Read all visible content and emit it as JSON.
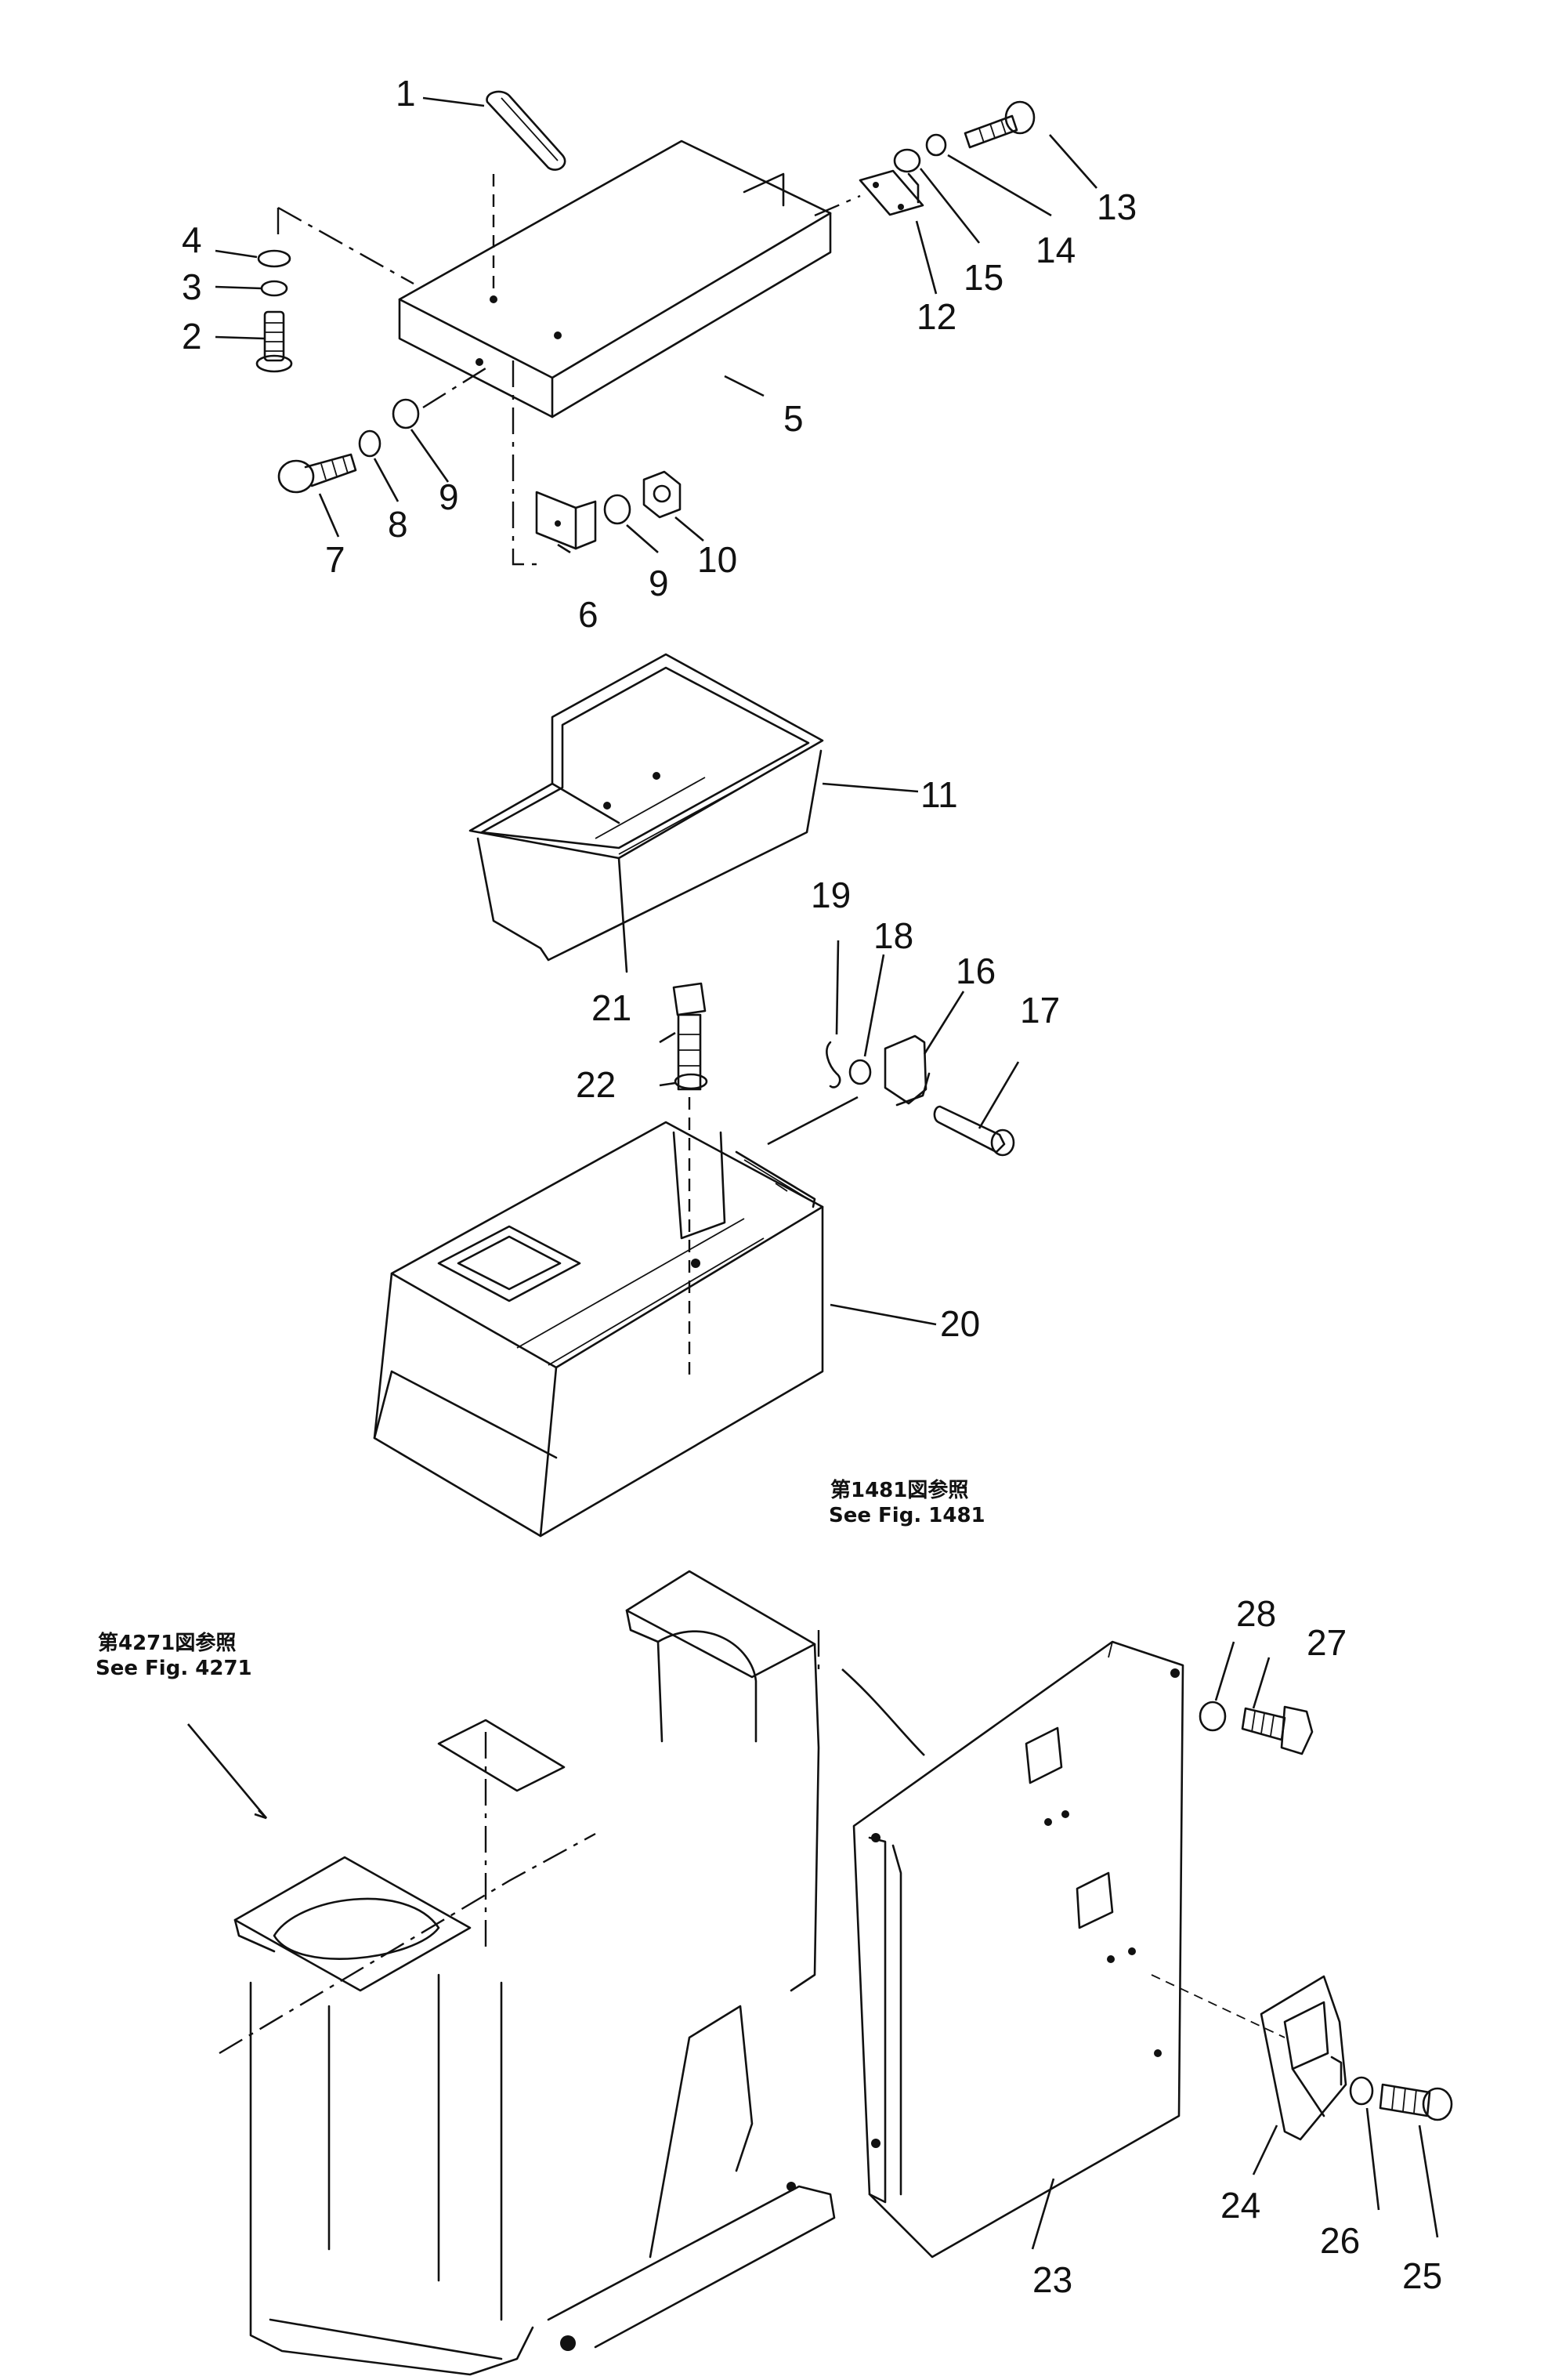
{
  "callouts": [
    "1",
    "2",
    "3",
    "4",
    "5",
    "6",
    "7",
    "8",
    "9",
    "9",
    "10",
    "11",
    "12",
    "13",
    "14",
    "15",
    "16",
    "17",
    "18",
    "19",
    "20",
    "21",
    "22",
    "23",
    "24",
    "25",
    "26",
    "27",
    "28"
  ],
  "references": {
    "top": {
      "jp": "第1481図参照",
      "en": "See Fig. 1481"
    },
    "left": {
      "jp": "第4271図参照",
      "en": "See Fig. 4271"
    }
  }
}
